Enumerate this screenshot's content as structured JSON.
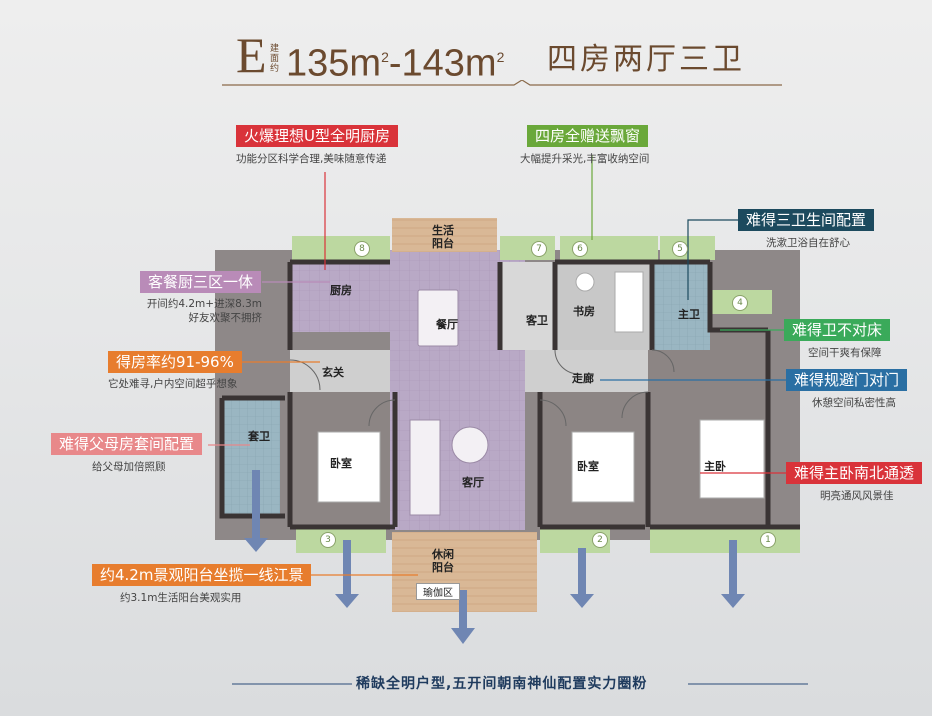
{
  "header": {
    "unit_letter": "E",
    "area_label": "建面约",
    "area_value": "135m²-143m²",
    "area_min": "135m",
    "area_max": "143m",
    "area_sup": "2",
    "area_dash": "-",
    "layout_title": "四房两厅三卫"
  },
  "callouts": {
    "kitchen": {
      "title": "火爆理想U型全明厨房",
      "desc": "功能分区科学合理,美味随意传递",
      "color": "#d9333a"
    },
    "windows": {
      "title": "四房全赠送飘窗",
      "desc": "大幅提升采光,丰富收纳空间",
      "color": "#6aa83a"
    },
    "bathrooms": {
      "title": "难得三卫生间配置",
      "desc": "洗漱卫浴自在舒心",
      "color": "#1c4a5e"
    },
    "three_zone": {
      "title": "客餐厨三区一体",
      "desc1": "开间约4.2m+进深8.3m",
      "desc2": "好友欢聚不拥挤",
      "color": "#b98bb8"
    },
    "bath_not_bed": {
      "title": "难得卫不对床",
      "desc": "空间干爽有保障",
      "color": "#3aaa5a"
    },
    "ratio": {
      "title": "得房率约91-96%",
      "desc": "它处难寻,户内空间超乎想象",
      "color": "#e77d2e"
    },
    "door_avoid": {
      "title": "难得规避门对门",
      "desc": "休憩空间私密性高",
      "color": "#2a6fa3"
    },
    "parents": {
      "title": "难得父母房套间配置",
      "desc": "给父母加倍照顾",
      "color": "#e8888a"
    },
    "master": {
      "title": "难得主卧南北通透",
      "desc": "明亮通风风景佳",
      "color": "#d9333a"
    },
    "balcony": {
      "title": "约4.2m景观阳台坐揽一线江景",
      "desc": "约3.1m生活阳台美观实用",
      "color": "#e77d2e"
    }
  },
  "rooms": {
    "life_balcony": "生活\n阳台",
    "life_balcony_1": "生活",
    "life_balcony_2": "阳台",
    "kitchen": "厨房",
    "dining": "餐厅",
    "guest_bath": "客卫",
    "study": "书房",
    "master_bath": "主卫",
    "entry": "玄关",
    "corridor": "走廊",
    "suite_bath": "套卫",
    "bedroom_left": "卧室",
    "living": "客厅",
    "bedroom_mid": "卧室",
    "master_bed": "主卧",
    "leisure_balcony_1": "休闲",
    "leisure_balcony_2": "阳台",
    "yoga": "瑜伽区"
  },
  "window_numbers": [
    "8",
    "7",
    "6",
    "5",
    "4",
    "3",
    "2",
    "1"
  ],
  "footer": {
    "text": "稀缺全明户型,五开间朝南神仙配置实力圈粉"
  }
}
